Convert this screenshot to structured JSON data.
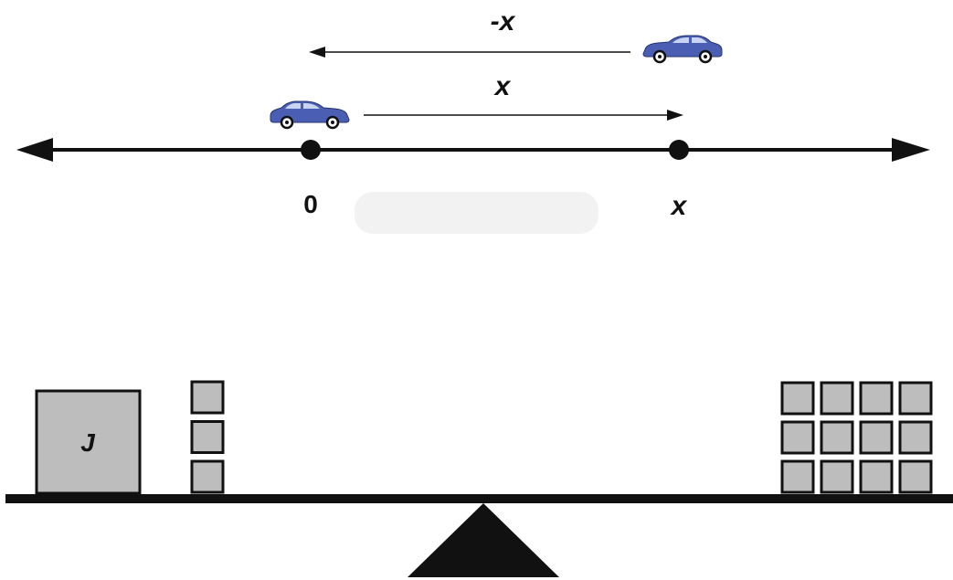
{
  "number_line": {
    "origin_label": "0",
    "point_label": "x",
    "forward_arrow_label": "x",
    "backward_arrow_label": "-x"
  },
  "balance": {
    "big_block_label": "J",
    "left_unit_blocks": 3,
    "right_unit_blocks": 12
  },
  "colors": {
    "car": "#4a5fb4",
    "line": "#111111",
    "block_fill": "#bdbdbd",
    "placeholder": "#f2f2f2"
  }
}
